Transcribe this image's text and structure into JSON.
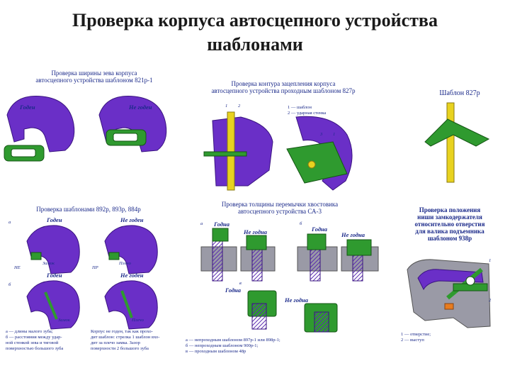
{
  "title": {
    "line1": "Проверка корпуса автосцепного устройства",
    "line2": "шаблонами"
  },
  "panels": {
    "p821": {
      "caption1": "Проверка ширины зева корпуса",
      "caption2": "автосцепного устройства шаблоном 821р-1",
      "good": "Годен",
      "bad": "Не годен"
    },
    "p827": {
      "caption1": "Проверка контура зацепления корпуса",
      "caption2": "автосцепного устройства проходным шаблоном 827р",
      "mark1": "1",
      "mark2": "2",
      "leg1": "1 — шаблон",
      "leg2": "2 — ударная стенка",
      "num3": "3",
      "num1": "1"
    },
    "tmpl827": {
      "caption": "Шаблон 827р"
    },
    "p892": {
      "caption": "Проверка шаблонами 892р, 893р, 884р",
      "good1": "Годен",
      "bad1": "Не годен",
      "good2": "Годен",
      "bad2": "Не годен",
      "zamok": "Замок",
      "ne": "НЕ",
      "pr": "ПР",
      "zamok2": "Замок",
      "pl1": "Плечо",
      "pl2": "Плечо",
      "mark_a": "а",
      "mark_b": "б"
    },
    "pSA3": {
      "caption1": "Проверка толщины перемычки хвостовика",
      "caption2": "автосцепного устройства СА-3",
      "a": "а",
      "b": "б",
      "good_a": "Годна",
      "bad_a": "Не годна",
      "good_b": "Годна",
      "bad_b": "Не годна",
      "good_c": "Годна",
      "bad_c": "Не годна",
      "v": "в"
    },
    "p938": {
      "caption1": "Проверка положения",
      "caption2": "ниши замкодержателя",
      "caption3": "относительно отверстия",
      "caption4": "для валика подъемника",
      "caption5": "шаблоном 938р",
      "n1": "1",
      "n2": "2",
      "leg1": "1 — отверстие;",
      "leg2": "2 — выступ"
    }
  },
  "legends": {
    "left": [
      "а — длины малого зуба;",
      "б — расстояния между удар-",
      "ной стенкой зева и тяговой",
      "поверхностью большого зуба"
    ],
    "mid": [
      "Корпус не годен, так как прохо-",
      "дит шаблон: стрелка 1 шаблон вхо-",
      "дит за плечо замка. Зазор",
      "поверхности 2 большого зуба"
    ],
    "right": [
      "а — непроходным шаблоном 897р-1 или 898р-1;",
      "б — непроходным шаблоном 900р-1;",
      "в — проходным шаблоном 48р"
    ]
  },
  "colors": {
    "purple": "#6a2fc7",
    "green": "#2f9a2f",
    "yellow": "#e8d21f",
    "gray": "#9a9aa6",
    "ink": "#1b2a8a"
  }
}
